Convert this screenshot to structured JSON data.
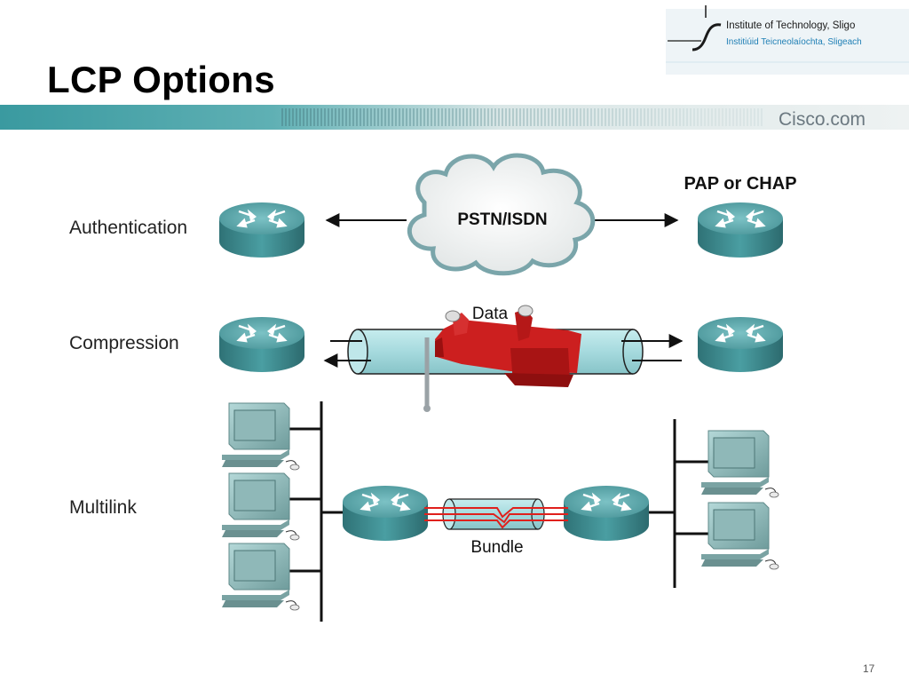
{
  "slide": {
    "title": "LCP Options",
    "page_number": "17"
  },
  "logo": {
    "line1": "Institute of Technology, Sligo",
    "line2": "Institiúid Teicneolaíochta, Sligeach"
  },
  "banner": {
    "brand": "Cisco.com"
  },
  "rows": {
    "authentication": {
      "label": "Authentication",
      "cloud": "PSTN/ISDN",
      "method": "PAP or CHAP"
    },
    "compression": {
      "label": "Compression",
      "data": "Data"
    },
    "multilink": {
      "label": "Multilink",
      "bundle": "Bundle"
    }
  },
  "colors": {
    "router": "#3f8b8f",
    "banner": "#3a9aa0",
    "vise": "#cc1f1f",
    "tube": "#a9dde0"
  }
}
